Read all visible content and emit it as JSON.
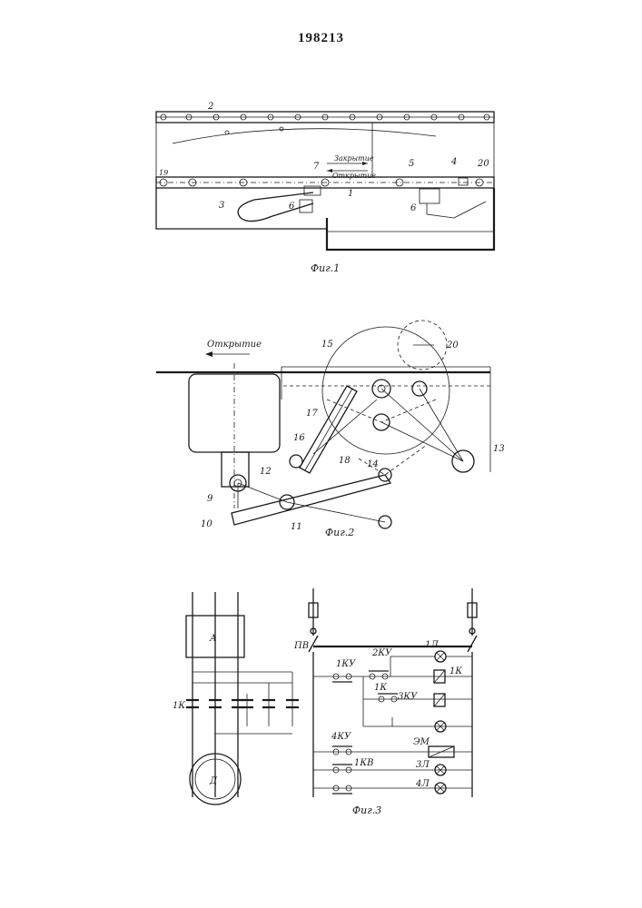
{
  "page": {
    "number": "198213"
  },
  "fig1": {
    "caption": "Фиг.1",
    "labels": {
      "l2": "2",
      "l19": "19",
      "l3": "3",
      "l7": "7",
      "l6a": "6",
      "l1": "1",
      "l5": "5",
      "l4": "4",
      "l20": "20",
      "l6b": "6"
    },
    "arrow_close": "Закрытие",
    "arrow_open": "Открытие"
  },
  "fig2": {
    "caption": "Фиг.2",
    "direction": "Открытие",
    "labels": {
      "l15": "15",
      "l20": "20",
      "l17": "17",
      "l16": "16",
      "l12": "12",
      "l18": "18",
      "l14": "14",
      "l13": "13",
      "l9": "9",
      "l10": "10",
      "l11": "11"
    }
  },
  "fig3": {
    "caption": "Фиг.3",
    "block_a": "А",
    "motor": "Д",
    "labels": {
      "pv": "ПВ",
      "k1_left": "1К",
      "ku1": "1КУ",
      "ku2": "2КУ",
      "k1_contact": "1К",
      "ku3": "3КУ",
      "l1": "1Л",
      "k1_coil": "1К",
      "ku4": "4КУ",
      "em": "ЭМ",
      "kv1": "1КВ",
      "l3": "3Л",
      "l4": "4Л"
    }
  }
}
